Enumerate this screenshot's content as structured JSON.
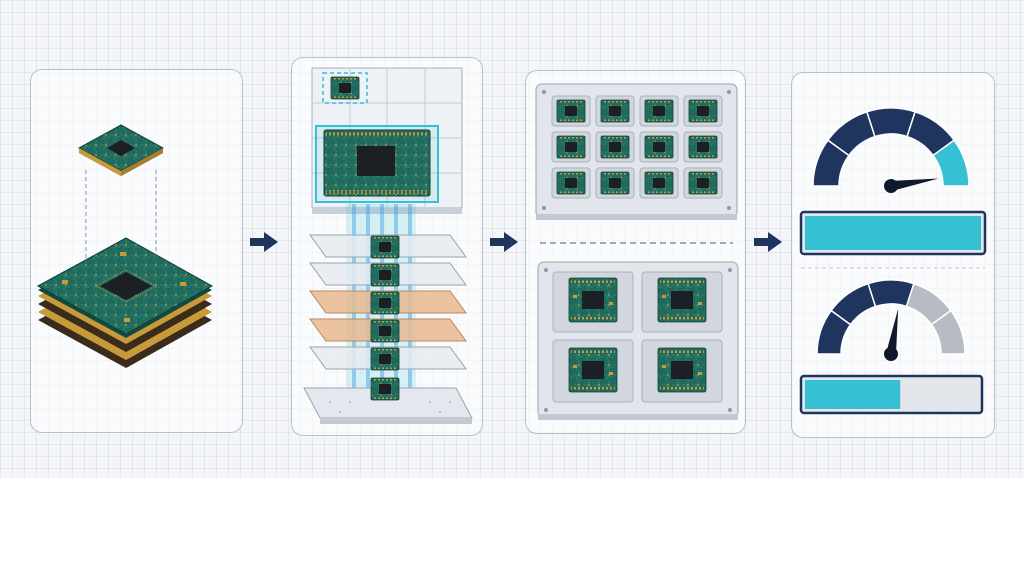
{
  "diagram": {
    "stages": [
      {
        "id": "stage-1",
        "description_visible": ""
      },
      {
        "id": "stage-2",
        "description_visible": ""
      },
      {
        "id": "stage-3",
        "description_visible": ""
      },
      {
        "id": "stage-4",
        "description_visible": ""
      }
    ],
    "gauges": [
      {
        "level_fraction": 0.95
      },
      {
        "level_fraction": 0.55
      }
    ],
    "progress_bars": [
      {
        "fill_fraction": 1.0
      },
      {
        "fill_fraction": 0.55
      }
    ],
    "colors": {
      "board_green": "#1f6a5c",
      "board_dark": "#124a40",
      "chip_black": "#1c1f24",
      "gold": "#c99a3a",
      "navy": "#1f3560",
      "cyan": "#35c0d4",
      "gray": "#b7bcc4",
      "copper_sheet": "#e7b98f"
    }
  }
}
